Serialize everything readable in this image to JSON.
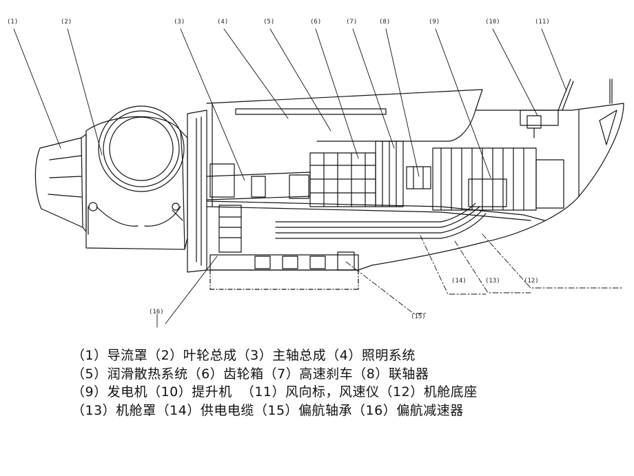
{
  "diagram": {
    "title": "",
    "callouts": [
      "(1)",
      "(2)",
      "(3)",
      "(4)",
      "(5)",
      "(6)",
      "(7)",
      "(8)",
      "(9)",
      "(10)",
      "(11)",
      "(12)",
      "(13)",
      "(14)",
      "(15)",
      "(16)"
    ],
    "legend_lines": [
      "（1）导流罩（2）叶轮总成（3）主轴总成（4）照明系统",
      "（5）润滑散热系统（6）齿轮箱（7）高速刹车（8）联轴器",
      "（9）发电机（10）提升机  （11）风向标，风速仪（12）机舱底座",
      "（13）机舱罩（14）供电电缆（15）偏航轴承（16）偏航减速器"
    ]
  }
}
